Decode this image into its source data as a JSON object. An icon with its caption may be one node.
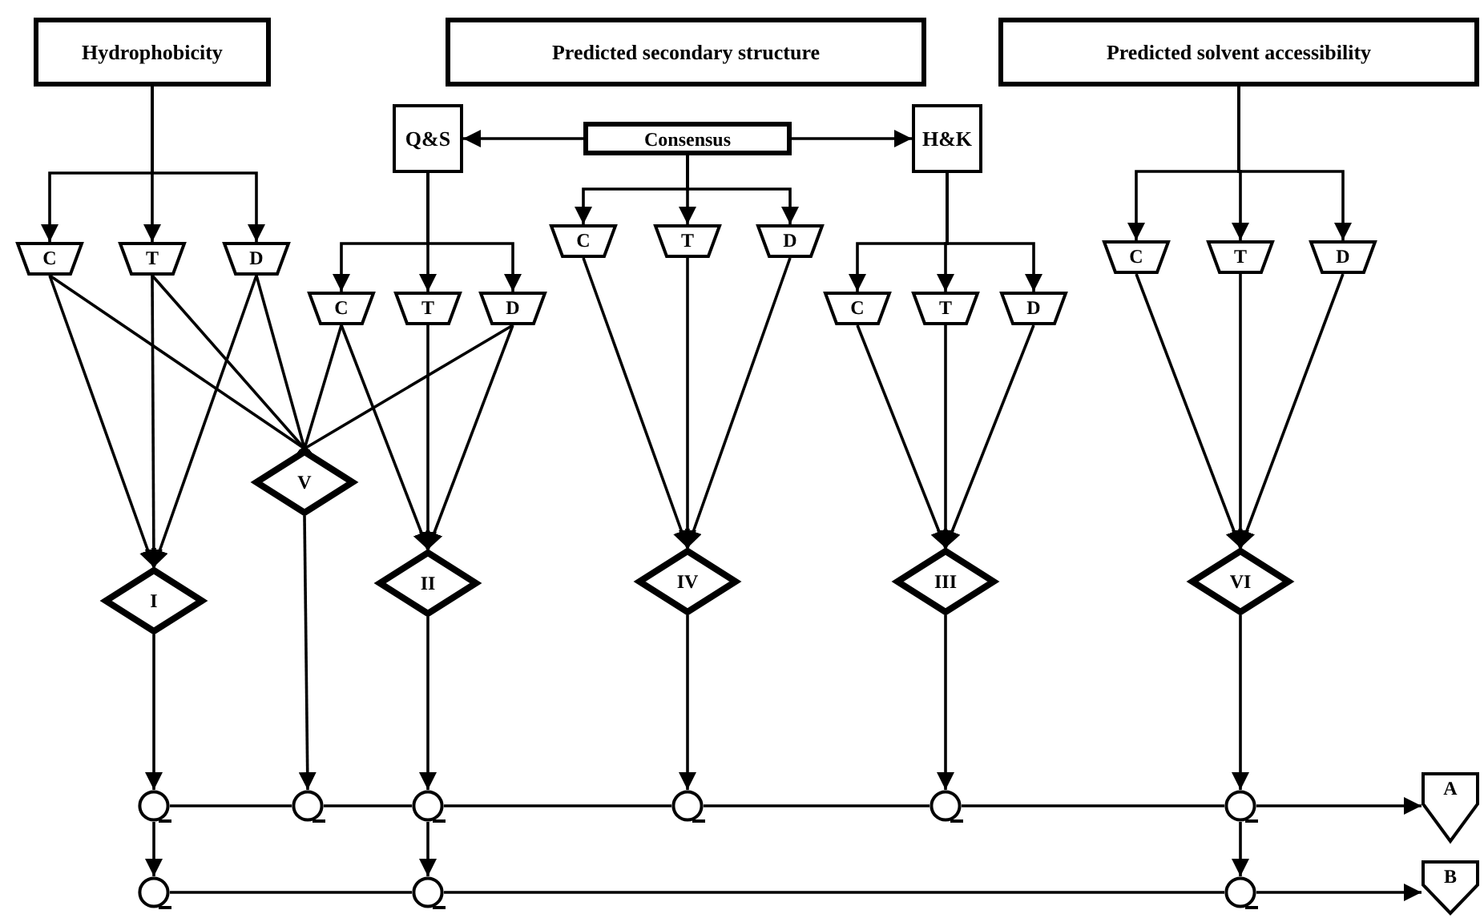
{
  "diagram": {
    "nodes": [
      {
        "text": [
          "Hydrophobicity"
        ]
      },
      {
        "text": [
          "Predicted secondary structure"
        ]
      },
      {
        "text": [
          "Predicted solvent accessibility"
        ]
      },
      {
        "text": [
          "Q&S"
        ]
      },
      {
        "text": [
          "Consensus"
        ]
      },
      {
        "text": [
          "H&K"
        ]
      },
      {
        "text": [
          "C"
        ]
      },
      {
        "text": [
          "T"
        ]
      },
      {
        "text": [
          "D"
        ]
      },
      {
        "text": [
          "C"
        ]
      },
      {
        "text": [
          "T"
        ]
      },
      {
        "text": [
          "D"
        ]
      },
      {
        "text": [
          "C"
        ]
      },
      {
        "text": [
          "T"
        ]
      },
      {
        "text": [
          "D"
        ]
      },
      {
        "text": [
          "C"
        ]
      },
      {
        "text": [
          "T"
        ]
      },
      {
        "text": [
          "D"
        ]
      },
      {
        "text": [
          "C"
        ]
      },
      {
        "text": [
          "T"
        ]
      },
      {
        "text": [
          "D"
        ]
      },
      {
        "text": [
          "I"
        ]
      },
      {
        "text": [
          "V"
        ]
      },
      {
        "text": [
          "II"
        ]
      },
      {
        "text": [
          "IV"
        ]
      },
      {
        "text": [
          "III"
        ]
      },
      {
        "text": [
          "VI"
        ]
      },
      {
        "text": [],
        "shape": "circle"
      },
      {
        "text": [],
        "shape": "circle"
      },
      {
        "text": [],
        "shape": "circle"
      },
      {
        "text": [],
        "shape": "circle"
      },
      {
        "text": [],
        "shape": "circle"
      },
      {
        "text": [],
        "shape": "circle"
      },
      {
        "text": [],
        "shape": "circle"
      },
      {
        "text": [],
        "shape": "circle"
      },
      {
        "text": [],
        "shape": "circle"
      },
      {
        "text": [
          "A"
        ]
      },
      {
        "text": [
          "B"
        ]
      }
    ],
    "edges": [
      {
        "from": 0,
        "to": 6,
        "arrow": "to"
      },
      {
        "from": 0,
        "to": 7,
        "arrow": "to"
      },
      {
        "from": 0,
        "to": 8,
        "arrow": "to"
      },
      {
        "from": 4,
        "to": 3,
        "arrow": "to"
      },
      {
        "from": 4,
        "to": 5,
        "arrow": "to"
      },
      {
        "from": 3,
        "to": 9,
        "arrow": "to"
      },
      {
        "from": 3,
        "to": 10,
        "arrow": "to"
      },
      {
        "from": 3,
        "to": 11,
        "arrow": "to"
      },
      {
        "from": 4,
        "to": 12,
        "arrow": "to"
      },
      {
        "from": 4,
        "to": 13,
        "arrow": "to"
      },
      {
        "from": 4,
        "to": 14,
        "arrow": "to"
      },
      {
        "from": 5,
        "to": 15,
        "arrow": "to"
      },
      {
        "from": 5,
        "to": 16,
        "arrow": "to"
      },
      {
        "from": 5,
        "to": 17,
        "arrow": "to"
      },
      {
        "from": 2,
        "to": 18,
        "arrow": "to"
      },
      {
        "from": 2,
        "to": 19,
        "arrow": "to"
      },
      {
        "from": 2,
        "to": 20,
        "arrow": "to"
      },
      {
        "from": 6,
        "to": 21,
        "arrow": "to"
      },
      {
        "from": 7,
        "to": 21,
        "arrow": "to"
      },
      {
        "from": 8,
        "to": 21,
        "arrow": "to"
      },
      {
        "from": 6,
        "to": 22,
        "arrow": "other"
      },
      {
        "from": 7,
        "to": 22,
        "arrow": "other"
      },
      {
        "from": 8,
        "to": 22,
        "arrow": "other"
      },
      {
        "from": 9,
        "to": 22,
        "arrow": "other"
      },
      {
        "from": 11,
        "to": 22,
        "arrow": "other"
      },
      {
        "from": 9,
        "to": 23,
        "arrow": "to"
      },
      {
        "from": 10,
        "to": 23,
        "arrow": "to"
      },
      {
        "from": 11,
        "to": 23,
        "arrow": "to"
      },
      {
        "from": 12,
        "to": 24,
        "arrow": "to"
      },
      {
        "from": 13,
        "to": 24,
        "arrow": "to"
      },
      {
        "from": 14,
        "to": 24,
        "arrow": "to"
      },
      {
        "from": 15,
        "to": 25,
        "arrow": "to"
      },
      {
        "from": 16,
        "to": 25,
        "arrow": "to"
      },
      {
        "from": 17,
        "to": 25,
        "arrow": "to"
      },
      {
        "from": 18,
        "to": 26,
        "arrow": "to"
      },
      {
        "from": 19,
        "to": 26,
        "arrow": "to"
      },
      {
        "from": 20,
        "to": 26,
        "arrow": "to"
      },
      {
        "from": 21,
        "to": 27,
        "arrow": "to"
      },
      {
        "from": 22,
        "to": 28,
        "arrow": "to"
      },
      {
        "from": 23,
        "to": 29,
        "arrow": "to"
      },
      {
        "from": 24,
        "to": 30,
        "arrow": "to"
      },
      {
        "from": 25,
        "to": 31,
        "arrow": "to"
      },
      {
        "from": 26,
        "to": 32,
        "arrow": "to"
      },
      {
        "from": 27,
        "to": 28,
        "arrow": "none"
      },
      {
        "from": 28,
        "to": 29,
        "arrow": "none"
      },
      {
        "from": 29,
        "to": 30,
        "arrow": "none"
      },
      {
        "from": 30,
        "to": 31,
        "arrow": "none"
      },
      {
        "from": 31,
        "to": 32,
        "arrow": "none"
      },
      {
        "from": 32,
        "to": 36,
        "arrow": "to"
      },
      {
        "from": 27,
        "to": 33,
        "arrow": "to"
      },
      {
        "from": 29,
        "to": 34,
        "arrow": "to"
      },
      {
        "from": 32,
        "to": 35,
        "arrow": "to"
      },
      {
        "from": 33,
        "to": 34,
        "arrow": "none"
      },
      {
        "from": 34,
        "to": 35,
        "arrow": "none"
      },
      {
        "from": 35,
        "to": 37,
        "arrow": "to"
      }
    ]
  }
}
